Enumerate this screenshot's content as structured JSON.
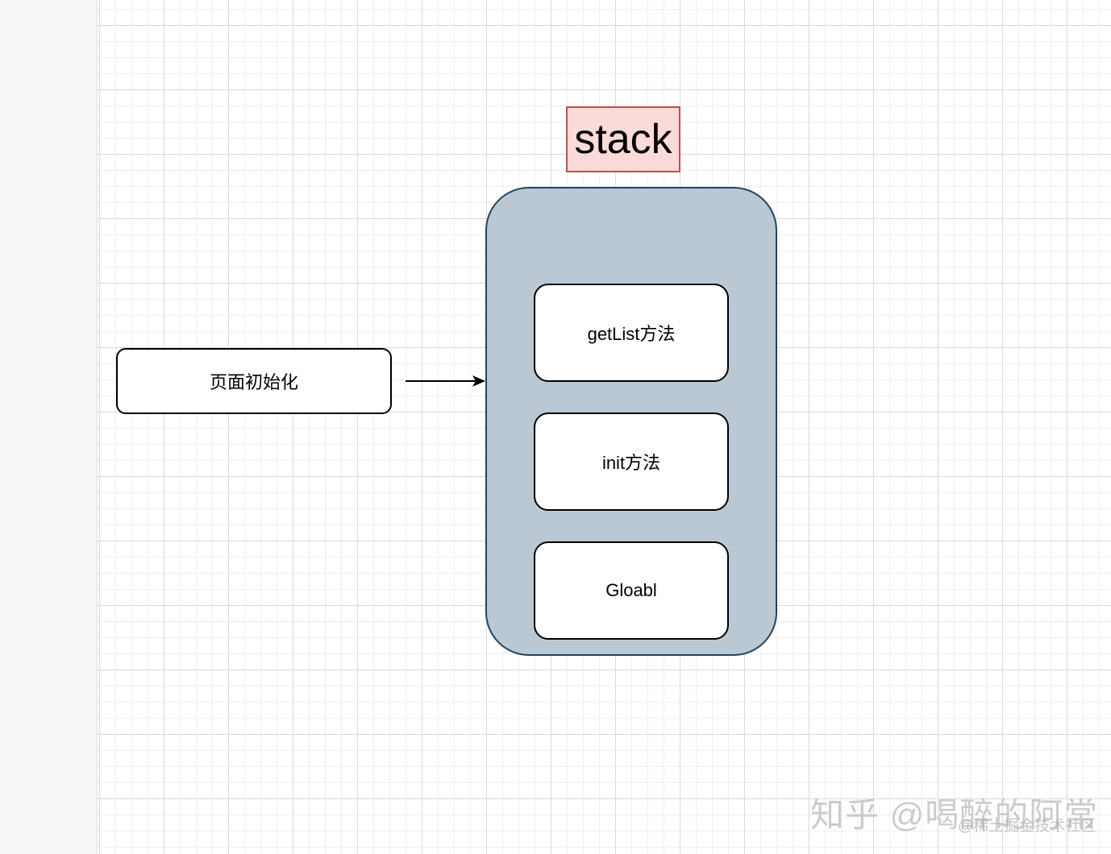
{
  "diagram": {
    "stack_title": "stack",
    "left_box": "页面初始化",
    "stack_frames": [
      "getList方法",
      "init方法",
      "Gloabl"
    ]
  },
  "watermark": {
    "main": "知乎 @喝醉的阿常",
    "sub": "@稀土掘金技术社区"
  },
  "colors": {
    "stack_title_fill": "#fadbd8",
    "stack_title_border": "#b85450",
    "stack_container_fill": "#bac8d3",
    "stack_container_border": "#23445d"
  }
}
